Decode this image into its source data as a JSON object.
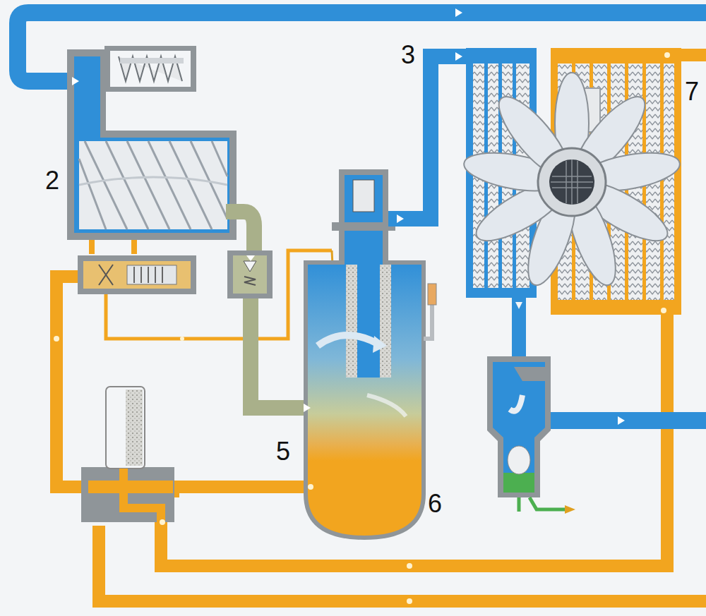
{
  "diagram": {
    "labels": [
      "2",
      "3",
      "7",
      "5",
      "6"
    ]
  }
}
